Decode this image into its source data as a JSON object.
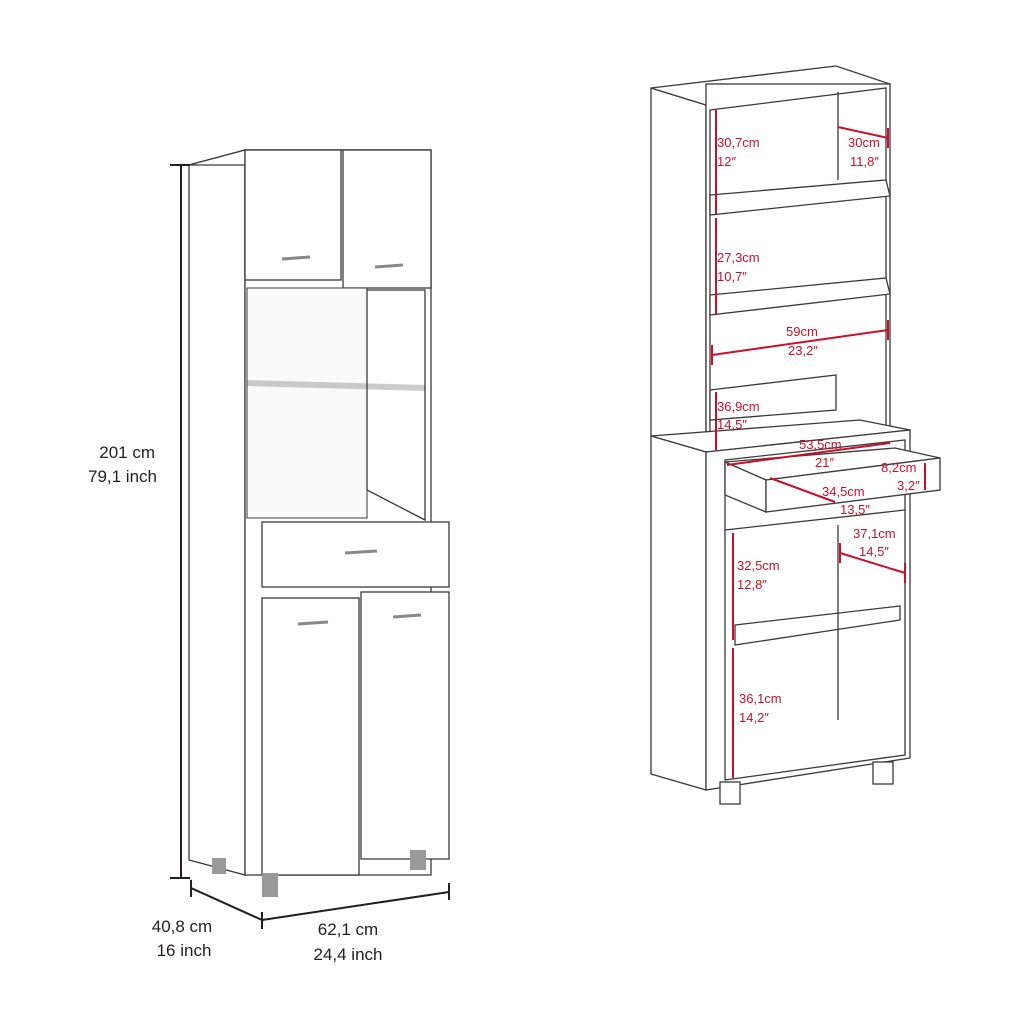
{
  "accent_color": "#c8102e",
  "product_dimensions": {
    "height": {
      "cm": "201 cm",
      "inch": "79,1 inch"
    },
    "depth": {
      "cm": "40,8 cm",
      "inch": "16 inch"
    },
    "width": {
      "cm": "62,1 cm",
      "inch": "24,4 inch"
    }
  },
  "interior_dimensions": [
    {
      "id": "top-shelf-height",
      "cm": "30,7cm",
      "inch": "12″"
    },
    {
      "id": "top-shelf-depth",
      "cm": "30cm",
      "inch": "11,8″"
    },
    {
      "id": "middle-shelf-height",
      "cm": "27,3cm",
      "inch": "10,7″"
    },
    {
      "id": "inner-width",
      "cm": "59cm",
      "inch": "23,2″"
    },
    {
      "id": "niche-height",
      "cm": "36,9cm",
      "inch": "14,5″"
    },
    {
      "id": "drawer-width",
      "cm": "53,5cm",
      "inch": "21″"
    },
    {
      "id": "drawer-height",
      "cm": "8,2cm",
      "inch": "3,2″"
    },
    {
      "id": "drawer-depth",
      "cm": "34,5cm",
      "inch": "13,5″"
    },
    {
      "id": "lower-depth",
      "cm": "37,1cm",
      "inch": "14,5″"
    },
    {
      "id": "lower-upper-height",
      "cm": "32,5cm",
      "inch": "12,8″"
    },
    {
      "id": "lower-bottom-height",
      "cm": "36,1cm",
      "inch": "14,2″"
    }
  ]
}
